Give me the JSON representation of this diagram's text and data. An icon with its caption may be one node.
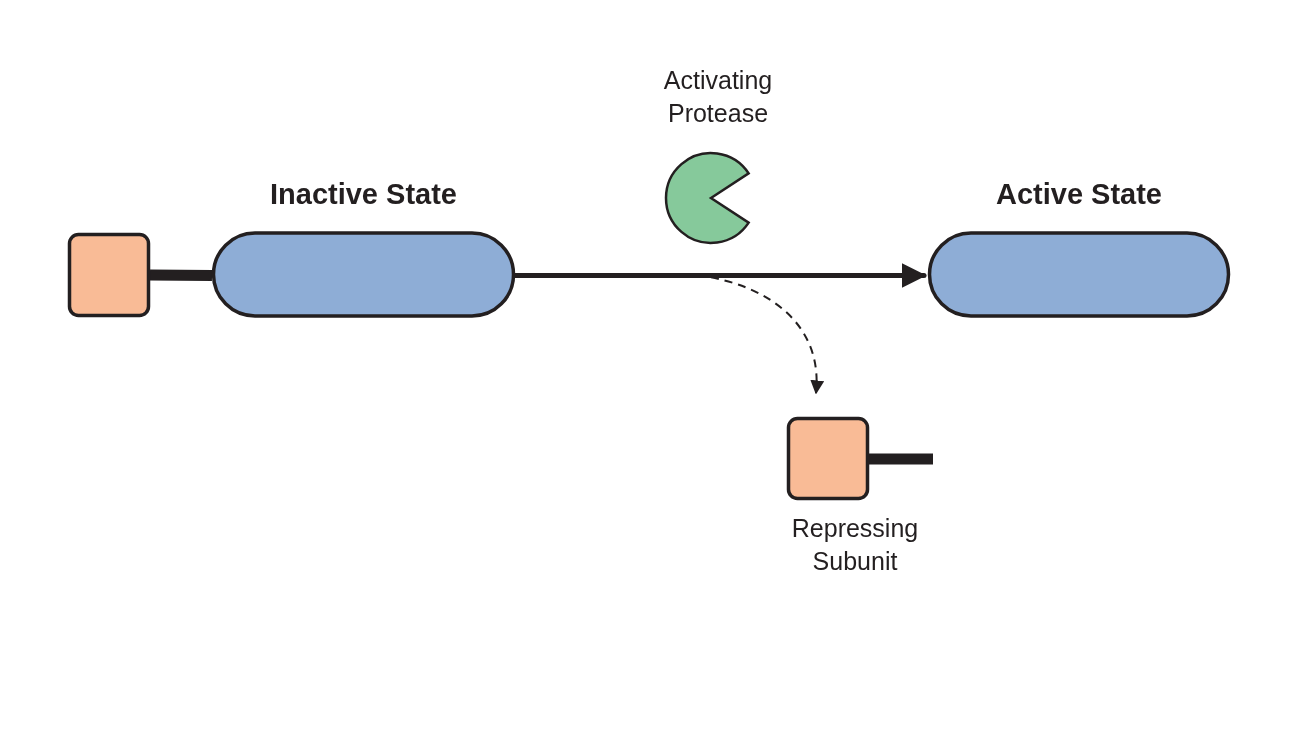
{
  "diagram": {
    "nodes": [
      {
        "text": [
          "Inactive State"
        ]
      },
      {
        "text": [],
        "shape": "box"
      },
      {
        "text": [
          "Activating Protease"
        ]
      },
      {
        "text": [
          "Active State"
        ]
      },
      {
        "text": [
          "Repressing Subunit"
        ]
      }
    ],
    "edges": [
      {
        "from": 1,
        "to": 0,
        "arrow": "none",
        "style": "thick"
      },
      {
        "from": 0,
        "to": 3,
        "arrow": "to"
      },
      {
        "from": 0,
        "to": 4,
        "arrow": "to",
        "style": "dashed"
      }
    ]
  }
}
